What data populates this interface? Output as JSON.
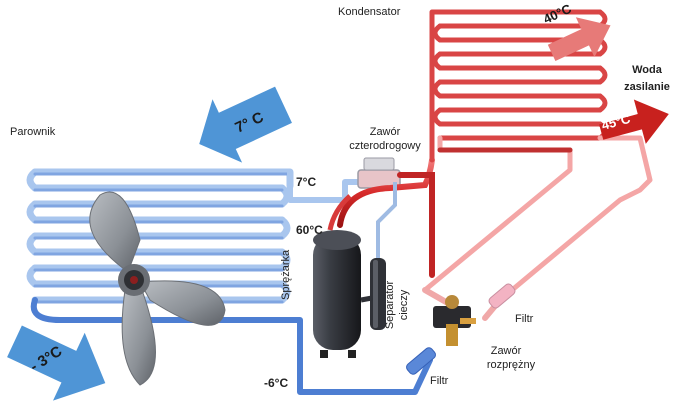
{
  "labels": {
    "kondensator": "Kondensator",
    "woda": "Woda",
    "zasilanie": "zasilanie",
    "parownik": "Parownik",
    "zawor_cztero_1": "Zawór",
    "zawor_cztero_2": "czterodrogowy",
    "temp_7c": "7°C",
    "temp_60c": "60°C",
    "temp_minus6c": "-6°C",
    "sprezarka": "Sprężarka",
    "separator_1": "Separator",
    "separator_2": "cieczy",
    "filtr_top": "Filtr",
    "filtr_bottom": "Filtr",
    "zawor_rozprezny_1": "Zawór",
    "zawor_rozprezny_2": "rozprężny"
  },
  "arrows": {
    "air_in": "7° C",
    "air_out": "- 3°C",
    "water_in": "40°C",
    "water_out": "45°C"
  },
  "colors": {
    "hot": "#d83a3a",
    "hot_light": "#f2a0a0",
    "cold": "#7aa8e0",
    "cold_dark": "#3f6fc4",
    "arrow_blue": "#4f95d6",
    "arrow_red": "#c8211e",
    "compressor": "#2b2d33"
  }
}
